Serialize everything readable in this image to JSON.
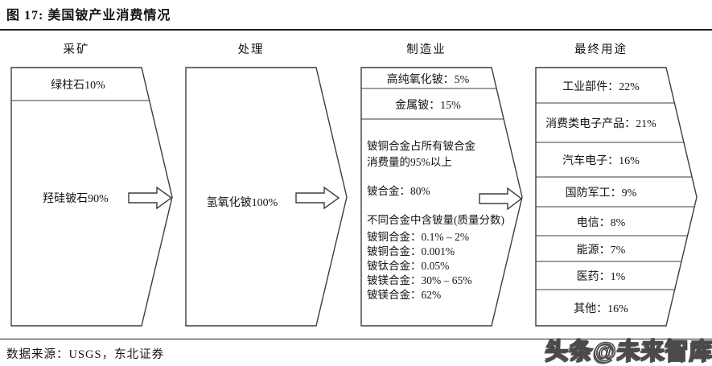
{
  "title": "图 17: 美国铍产业消费情况",
  "stages": {
    "mining": {
      "header": "采矿",
      "top_item": "绿柱石10%",
      "main_item": "羟硅铍石90%"
    },
    "processing": {
      "header": "处理",
      "main_item": "氢氧化铍100%"
    },
    "manufacturing": {
      "header": "制造业",
      "row1": "高纯氧化铍：5%",
      "row2": "金属铍：15%",
      "note_line1": "铍铜合金占所有铍合金",
      "note_line2": "消费量的95%以上",
      "alloy_total": "铍合金：80%",
      "alloy_note_title": "不同合金中含铍量(质量分数)",
      "alloys": [
        "铍铜合金：0.1% – 2%",
        "铍铜合金：0.001%",
        "铍钛合金：0.05%",
        "铍镁合金：30% – 65%",
        "铍镁合金：62%"
      ]
    },
    "end_use": {
      "header": "最终用途",
      "items": [
        "工业部件：22%",
        "消费类电子产品：21%",
        "汽车电子：16%",
        "国防军工：9%",
        "电信：8%",
        "能源：7%",
        "医药：1%",
        "其他：16%"
      ]
    }
  },
  "footer": {
    "source": "数据来源：USGS，东北证券"
  },
  "watermark": "头条@未来智库"
}
